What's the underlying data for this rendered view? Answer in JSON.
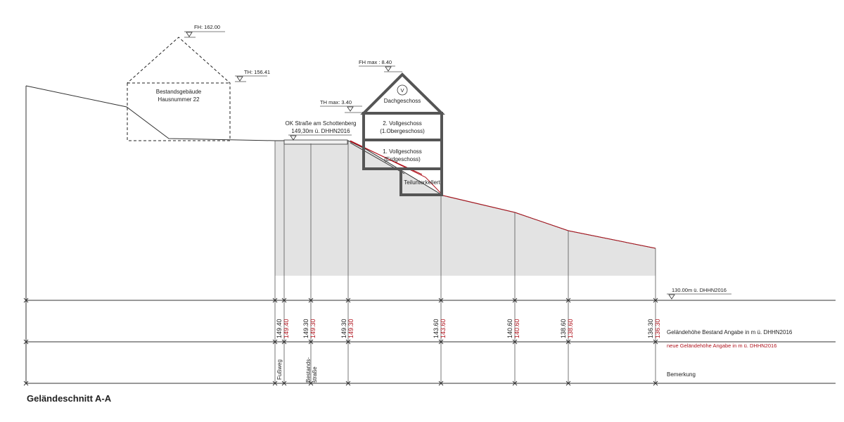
{
  "title": "Geländeschnitt A-A",
  "existing_building": {
    "label_line1": "Bestandsgebäude",
    "label_line2": "Hausnummer 22",
    "fh": "FH: 162.00",
    "th": "TH: 156.41"
  },
  "street": {
    "label_line1": "OK Straße am Schottenberg",
    "label_line2": "149,30m ü. DHHN2016"
  },
  "new_building": {
    "fh_max": "FH max : 8.40",
    "th_max": "TH max: 3.40",
    "roof_symbol": "V",
    "floors": [
      "Dachgeschoss",
      "2. Vollgeschoss",
      "(1.Obergeschoss)",
      "1. Vollgeschoss",
      "(Erdgeschoss)",
      "Teilunterkellert"
    ]
  },
  "reference_level": "130.00m ü. DHHN2016",
  "rows": {
    "existing": "Geländehöhe Bestand Angabe in m ü. DHHN2016",
    "new": "neue Geländehöhe Angabe in m ü. DHHN2016",
    "remark": "Bemerkung"
  },
  "stations": [
    {
      "existing": "149.40",
      "new": "149.40",
      "remark": "Fußweg"
    },
    {
      "existing": "149.30",
      "new": "149.30",
      "remark": "Bestands-",
      "remark2": "straße"
    },
    {
      "existing": "149.30",
      "new": "149.30"
    },
    {
      "existing": "143.60",
      "new": "143.60"
    },
    {
      "existing": "140.60",
      "new": "140.60"
    },
    {
      "existing": "138.60",
      "new": "138.60"
    },
    {
      "existing": "136.30",
      "new": "136.30"
    }
  ],
  "colors": {
    "new_terrain": "#b0141e",
    "fill": "#e3e3e3",
    "walls": "#555555"
  }
}
